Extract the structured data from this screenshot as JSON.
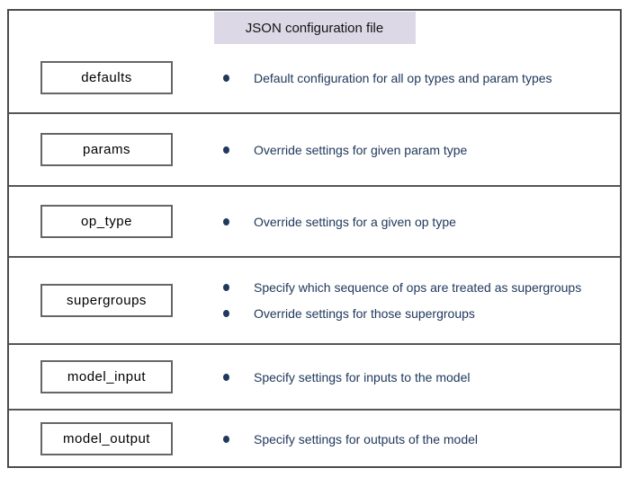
{
  "title": "JSON configuration file",
  "rows": [
    {
      "label": "defaults",
      "bullets": [
        "Default configuration for all op types and param types"
      ]
    },
    {
      "label": "params",
      "bullets": [
        "Override settings for given param type"
      ]
    },
    {
      "label": "op_type",
      "bullets": [
        "Override settings for a given op type"
      ]
    },
    {
      "label": "supergroups",
      "bullets": [
        "Specify which sequence of ops are treated as supergroups",
        "Override settings for those supergroups"
      ]
    },
    {
      "label": "model_input",
      "bullets": [
        "Specify settings for inputs to the model"
      ]
    },
    {
      "label": "model_output",
      "bullets": [
        "Specify settings for outputs of the model"
      ]
    }
  ],
  "colors": {
    "title_bg": "#dcd8e6",
    "bullet_text": "#20395c",
    "box_border": "#666666",
    "frame_border": "#4c4c4c"
  }
}
